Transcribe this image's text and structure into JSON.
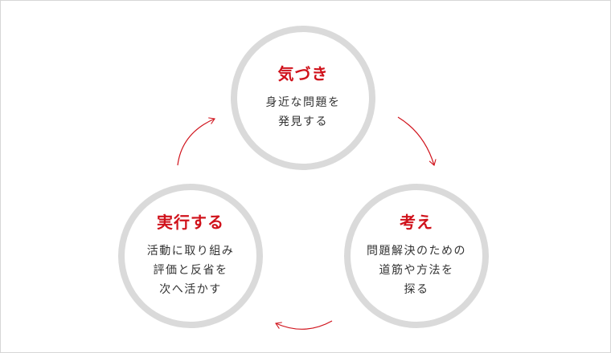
{
  "colors": {
    "accent": "#d0121b",
    "ring": "#dadada",
    "text": "#333333",
    "frame": "#d6d6d6"
  },
  "diagram": {
    "nodes": [
      {
        "id": "awareness",
        "title": "気づき",
        "desc": [
          "身近な問題を",
          "発見する"
        ]
      },
      {
        "id": "think",
        "title": "考え",
        "desc": [
          "問題解決のための",
          "道筋や方法を",
          "探る"
        ]
      },
      {
        "id": "execute",
        "title": "実行する",
        "desc": [
          "活動に取り組み",
          "評価と反省を",
          "次へ活かす"
        ]
      }
    ],
    "arrows": [
      {
        "from": "awareness",
        "to": "think"
      },
      {
        "from": "think",
        "to": "execute"
      },
      {
        "from": "execute",
        "to": "awareness"
      }
    ]
  }
}
